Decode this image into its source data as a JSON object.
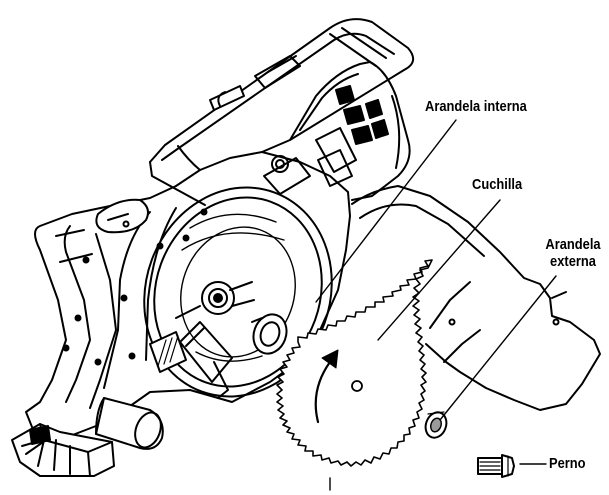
{
  "labels": {
    "arandela_interna": "Arandela interna",
    "cuchilla": "Cuchilla",
    "arandela_externa_line1": "Arandela",
    "arandela_externa_line2": "externa",
    "perno": "Perno"
  },
  "colors": {
    "ink": "#000000",
    "background": "#ffffff",
    "shade": "#9a9a9a"
  },
  "icons": {
    "rotation_arrow": "rotation-arrow-icon"
  }
}
